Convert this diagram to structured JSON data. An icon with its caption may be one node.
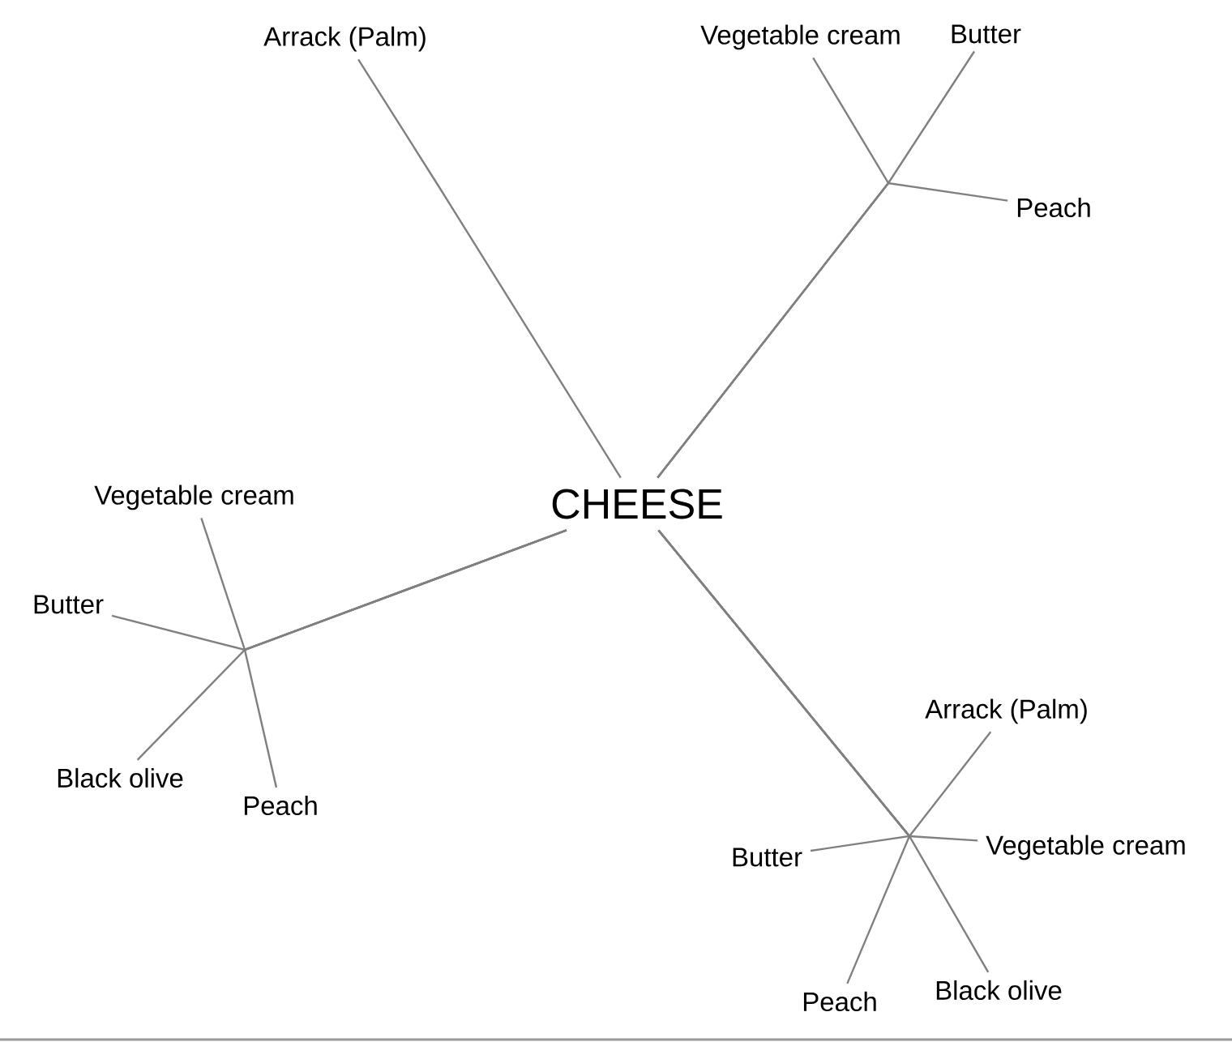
{
  "diagram": {
    "nodes": [
      {
        "text": [
          "CHEESE"
        ]
      },
      {
        "text": [
          "Arrack (Palm)"
        ]
      },
      {
        "text": [
          "Vegetable cream"
        ]
      },
      {
        "text": [
          "Butter"
        ]
      },
      {
        "text": [
          "Peach"
        ]
      },
      {
        "text": [
          "Vegetable cream"
        ]
      },
      {
        "text": [
          "Butter"
        ]
      },
      {
        "text": [
          "Black olive"
        ]
      },
      {
        "text": [
          "Peach"
        ]
      },
      {
        "text": [
          "Arrack (Palm)"
        ]
      },
      {
        "text": [
          "Vegetable cream"
        ]
      },
      {
        "text": [
          "Butter"
        ]
      },
      {
        "text": [
          "Black olive"
        ]
      },
      {
        "text": [
          "Peach"
        ]
      }
    ],
    "edges": [
      {
        "from": 0,
        "to": 1,
        "arrow": "none"
      },
      {
        "from": 0,
        "to": 2,
        "arrow": "none"
      },
      {
        "from": 0,
        "to": 3,
        "arrow": "none"
      },
      {
        "from": 0,
        "to": 4,
        "arrow": "none"
      },
      {
        "from": 0,
        "to": 5,
        "arrow": "none"
      },
      {
        "from": 0,
        "to": 6,
        "arrow": "none"
      },
      {
        "from": 0,
        "to": 7,
        "arrow": "none"
      },
      {
        "from": 0,
        "to": 8,
        "arrow": "none"
      },
      {
        "from": 0,
        "to": 9,
        "arrow": "none"
      },
      {
        "from": 0,
        "to": 10,
        "arrow": "none"
      },
      {
        "from": 0,
        "to": 11,
        "arrow": "none"
      },
      {
        "from": 0,
        "to": 12,
        "arrow": "none"
      },
      {
        "from": 0,
        "to": 13,
        "arrow": "none"
      }
    ]
  }
}
